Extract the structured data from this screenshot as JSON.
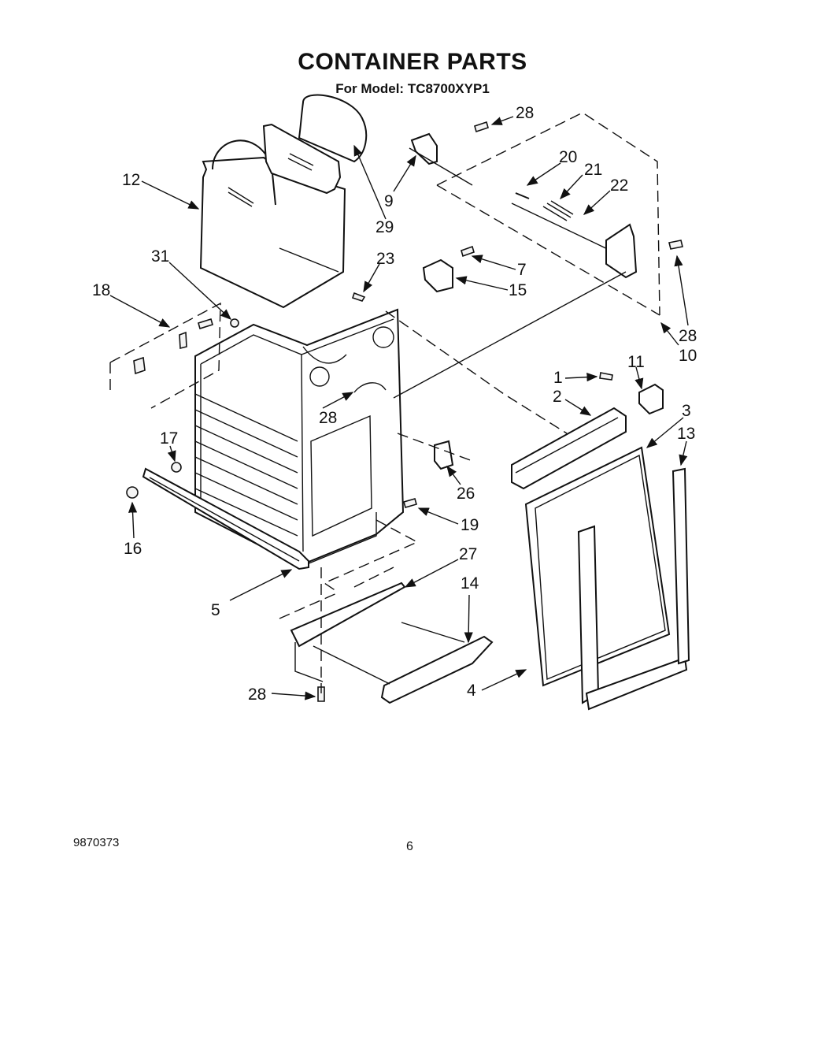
{
  "page": {
    "title": "CONTAINER PARTS",
    "subtitle": "For Model: TC8700XYP1",
    "document_number": "9870373",
    "page_number": "6"
  },
  "callouts": [
    {
      "id": "c28a",
      "label": "28"
    },
    {
      "id": "c20",
      "label": "20"
    },
    {
      "id": "c21",
      "label": "21"
    },
    {
      "id": "c22",
      "label": "22"
    },
    {
      "id": "c12",
      "label": "12"
    },
    {
      "id": "c9",
      "label": "9"
    },
    {
      "id": "c29",
      "label": "29"
    },
    {
      "id": "c31",
      "label": "31"
    },
    {
      "id": "c23",
      "label": "23"
    },
    {
      "id": "c7",
      "label": "7"
    },
    {
      "id": "c15",
      "label": "15"
    },
    {
      "id": "c18",
      "label": "18"
    },
    {
      "id": "c28b",
      "label": "28"
    },
    {
      "id": "c10",
      "label": "10"
    },
    {
      "id": "c1",
      "label": "1"
    },
    {
      "id": "c11",
      "label": "11"
    },
    {
      "id": "c2",
      "label": "2"
    },
    {
      "id": "c3",
      "label": "3"
    },
    {
      "id": "c13",
      "label": "13"
    },
    {
      "id": "c28c",
      "label": "28"
    },
    {
      "id": "c17",
      "label": "17"
    },
    {
      "id": "c26",
      "label": "26"
    },
    {
      "id": "c19",
      "label": "19"
    },
    {
      "id": "c16",
      "label": "16"
    },
    {
      "id": "c27",
      "label": "27"
    },
    {
      "id": "c14",
      "label": "14"
    },
    {
      "id": "c5",
      "label": "5"
    },
    {
      "id": "c4",
      "label": "4"
    },
    {
      "id": "c28d",
      "label": "28"
    }
  ]
}
